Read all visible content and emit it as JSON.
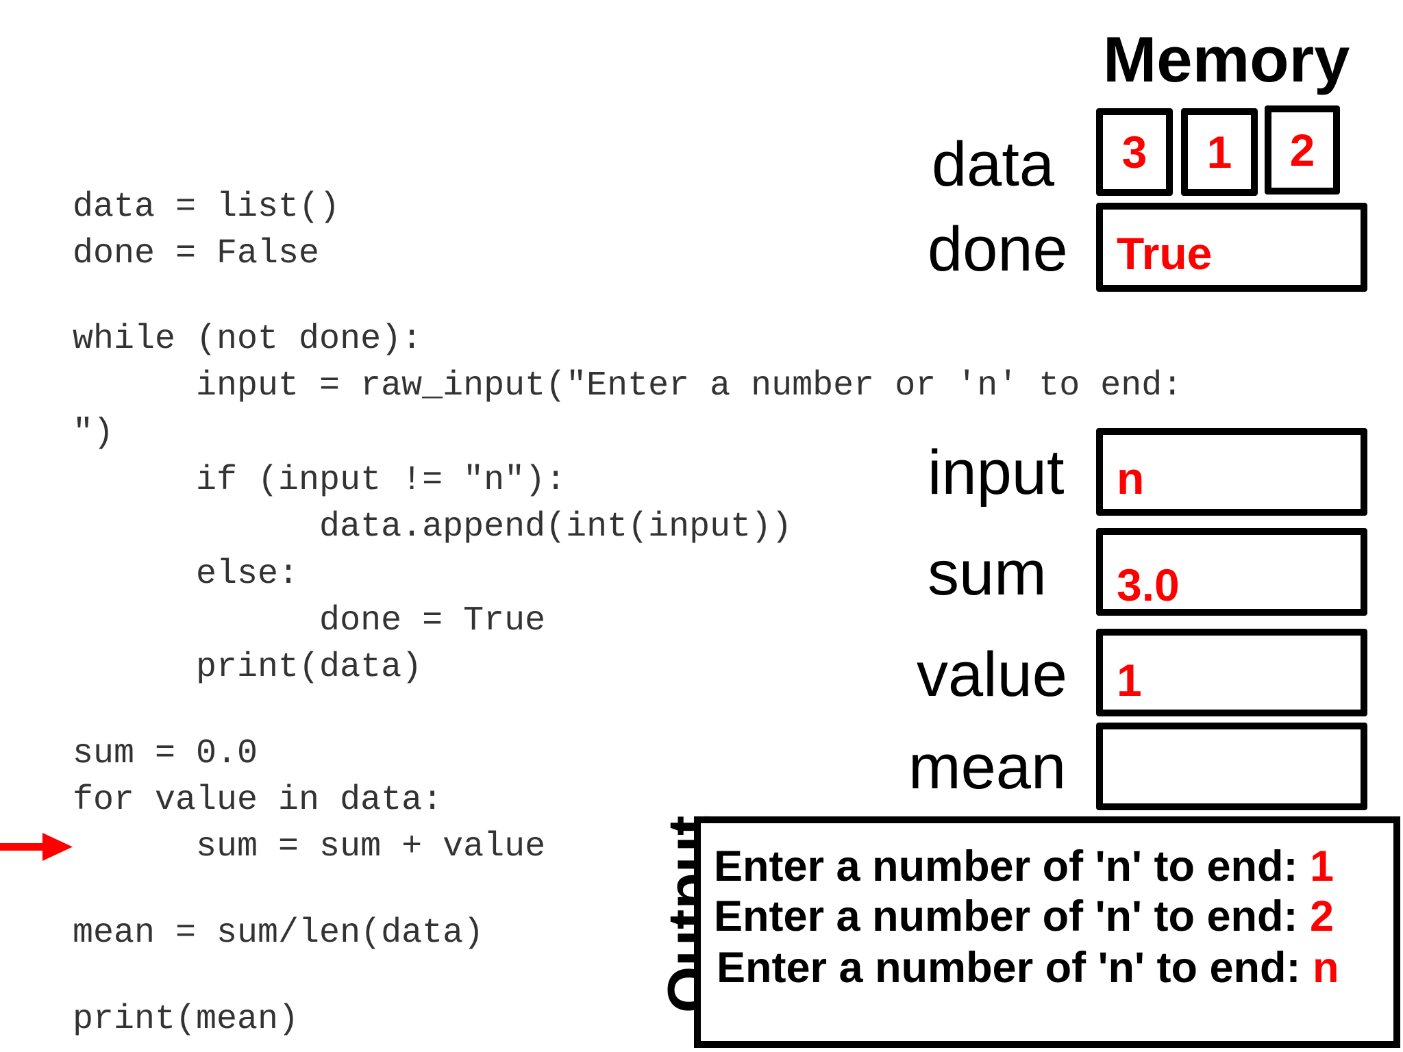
{
  "code": {
    "lines": [
      "data = list()",
      "done = False",
      "while (not done):",
      "      input = raw_input(\"Enter a number or 'n' to end:",
      "\")",
      "      if (input != \"n\"):",
      "            data.append(int(input))",
      "      else:",
      "            done = True",
      "      print(data)",
      "sum = 0.0",
      "for value in data:",
      "      sum = sum + value",
      "mean = sum/len(data)",
      "print(mean)"
    ],
    "arrow_color": "#ff0000"
  },
  "memory": {
    "title": "Memory",
    "data": {
      "label": "data",
      "values": [
        "3",
        "1",
        "2"
      ]
    },
    "done": {
      "label": "done",
      "value": "True"
    },
    "input": {
      "label": "input",
      "value": "n"
    },
    "sum": {
      "label": "sum",
      "value": "3.0"
    },
    "value": {
      "label": "value",
      "value": "1"
    },
    "mean": {
      "label": "mean",
      "value": ""
    }
  },
  "output": {
    "label": "Output",
    "lines": [
      {
        "prompt": "Enter a number of 'n' to end: ",
        "input": "1"
      },
      {
        "prompt": "Enter a number of 'n' to end: ",
        "input": "2"
      },
      {
        "prompt": "Enter a number of 'n' to end: ",
        "input": "n"
      }
    ]
  },
  "colors": {
    "value_text": "#ff0000",
    "code_text": "#333333",
    "box_border": "#000000"
  }
}
